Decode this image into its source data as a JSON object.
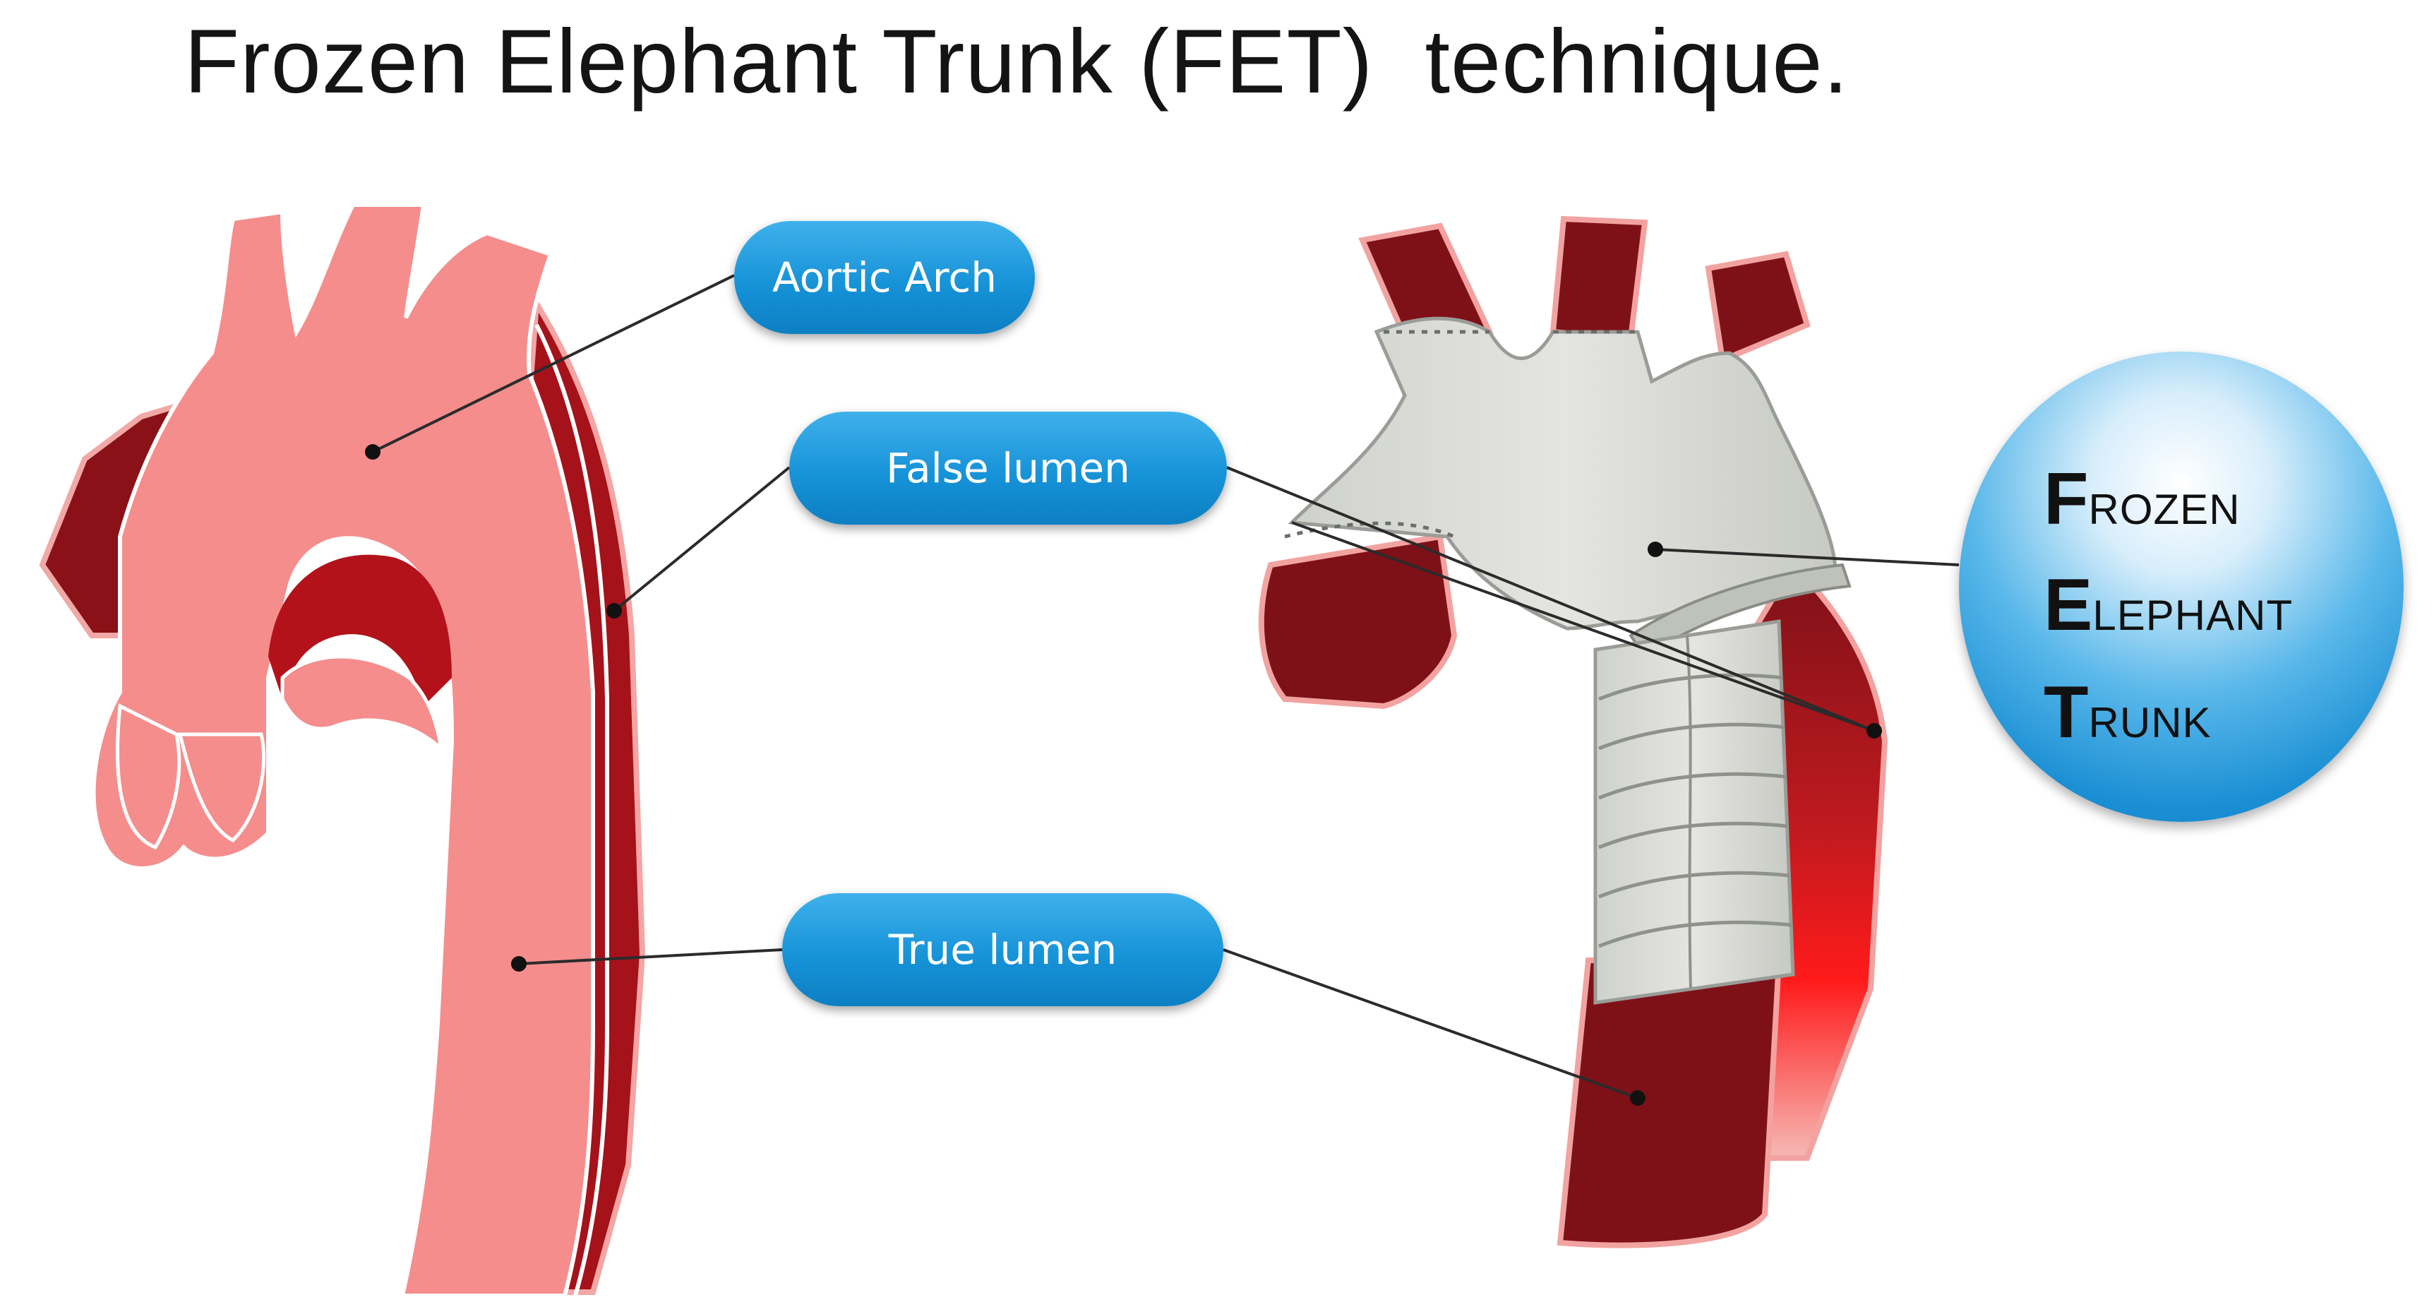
{
  "title": "Frozen Elephant Trunk (FET)  technique.",
  "labels": {
    "aortic_arch": "Aortic Arch",
    "false_lumen": "False lumen",
    "true_lumen": "True lumen"
  },
  "acronym": [
    {
      "initial": "F",
      "rest": "ROZEN"
    },
    {
      "initial": "E",
      "rest": "LEPHANT"
    },
    {
      "initial": "T",
      "rest": "RUNK"
    }
  ],
  "colors": {
    "native_aorta": "#f58d8d",
    "dark_vessel": "#7e1118",
    "graft": "#d9dbd7",
    "label_blue": "#1793d8"
  }
}
